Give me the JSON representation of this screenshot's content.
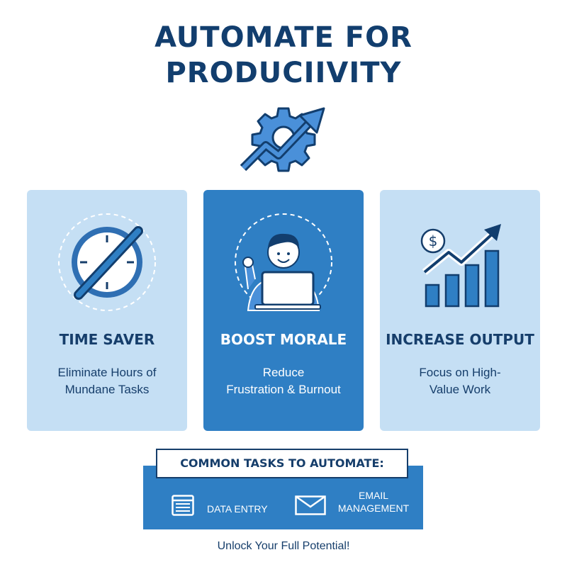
{
  "header": {
    "title_line1": "AUTOMATE FOR",
    "title_line2": "PRODUCIIVITY"
  },
  "hero": {
    "icon": "gear-with-rising-arrow"
  },
  "cards": [
    {
      "icon": "crossed-out-clock",
      "title": "TIME SAVER",
      "text_line1": "Eliminate Hours of",
      "text_line2": "Mundane Tasks"
    },
    {
      "icon": "smiling-person-at-laptop",
      "title": "BOOST MORALE",
      "text_line1": "Reduce",
      "text_line2": "Frustration & Burnout"
    },
    {
      "icon": "rising-bar-chart-with-dollar",
      "title": "INCREASE OUTPUT",
      "text_line1": "Focus on High-",
      "text_line2": "Value Work"
    }
  ],
  "tasks": {
    "heading": "COMMON TASKS TO AUTOMATE:",
    "items": [
      {
        "icon": "spreadsheet-icon",
        "label": "DATA ENTRY"
      },
      {
        "icon": "envelope-icon",
        "label_line1": "EMAIL",
        "label_line2": "MANAGEMENT"
      }
    ]
  },
  "footer": {
    "tagline": "Unlock Your Full Potential!"
  },
  "colors": {
    "navy": "#123e6e",
    "blue": "#2f7fc4",
    "light_blue": "#c5dff4",
    "mid_blue": "#4a90d9"
  }
}
